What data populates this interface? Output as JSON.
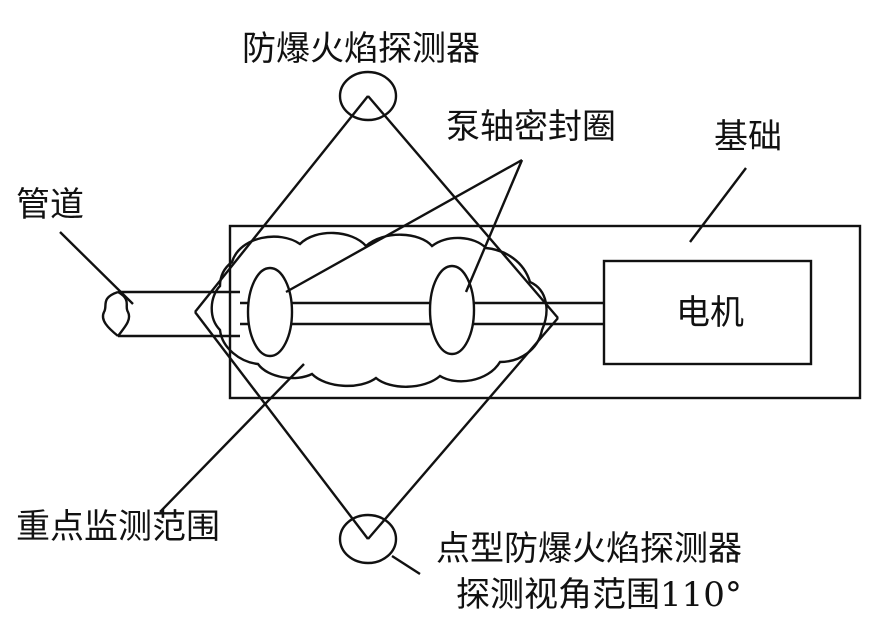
{
  "labels": {
    "top_detector": "防爆火焰探测器",
    "seal": "泵轴密封圈",
    "foundation": "基础",
    "pipe": "管道",
    "motor": "电机",
    "focus_area": "重点监测范围",
    "bottom_detector_line1": "点型防爆火焰探测器",
    "bottom_detector_line2": "探测视角范围110°"
  },
  "colors": {
    "line": "#111111",
    "background": "#ffffff"
  }
}
